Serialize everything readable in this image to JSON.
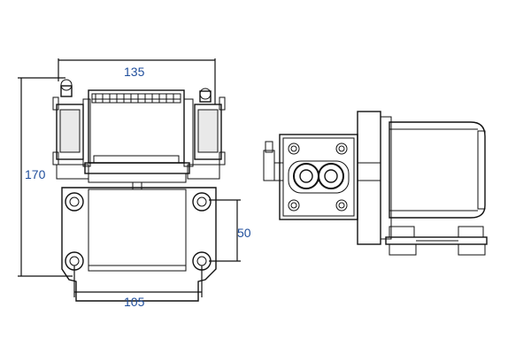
{
  "dimensions": {
    "width_top": "135",
    "height_left": "170",
    "bolt_spacing_vertical": "50",
    "bolt_spacing_horizontal": "105"
  },
  "colors": {
    "dimension_text": "#1f4e9c",
    "line": "#111111",
    "fill_light": "#e9e9e9"
  }
}
